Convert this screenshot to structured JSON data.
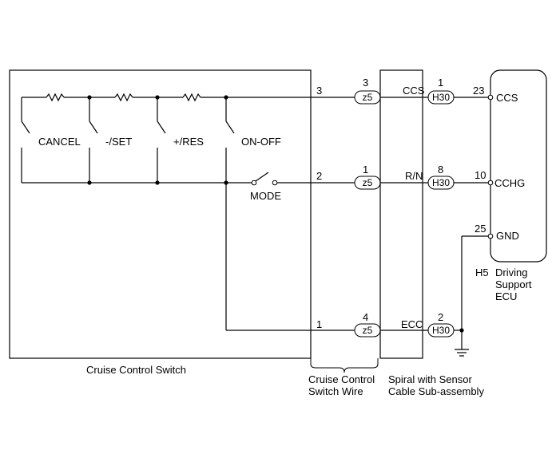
{
  "switch_box": {
    "label": "Cruise Control Switch",
    "switches": [
      "CANCEL",
      "-/SET",
      "+/RES",
      "ON-OFF"
    ],
    "mode_label": "MODE",
    "pins": [
      "3",
      "2",
      "1"
    ]
  },
  "wire_harness": {
    "label_line1": "Cruise Control",
    "label_line2": "Switch Wire",
    "connector": "z5",
    "pins": [
      "3",
      "1",
      "4"
    ]
  },
  "spiral": {
    "label_line1": "Spiral with Sensor",
    "label_line2": "Cable Sub-assembly",
    "connector": "H30",
    "signals": [
      "CCS",
      "R/N",
      "ECC"
    ],
    "pins": [
      "1",
      "8",
      "2"
    ]
  },
  "ecu": {
    "connector_id": "H5",
    "name_line1": "Driving",
    "name_line2": "Support",
    "name_line3": "ECU",
    "terminals": [
      "CCS",
      "CCHG",
      "GND"
    ],
    "pins": [
      "23",
      "10",
      "25"
    ]
  }
}
